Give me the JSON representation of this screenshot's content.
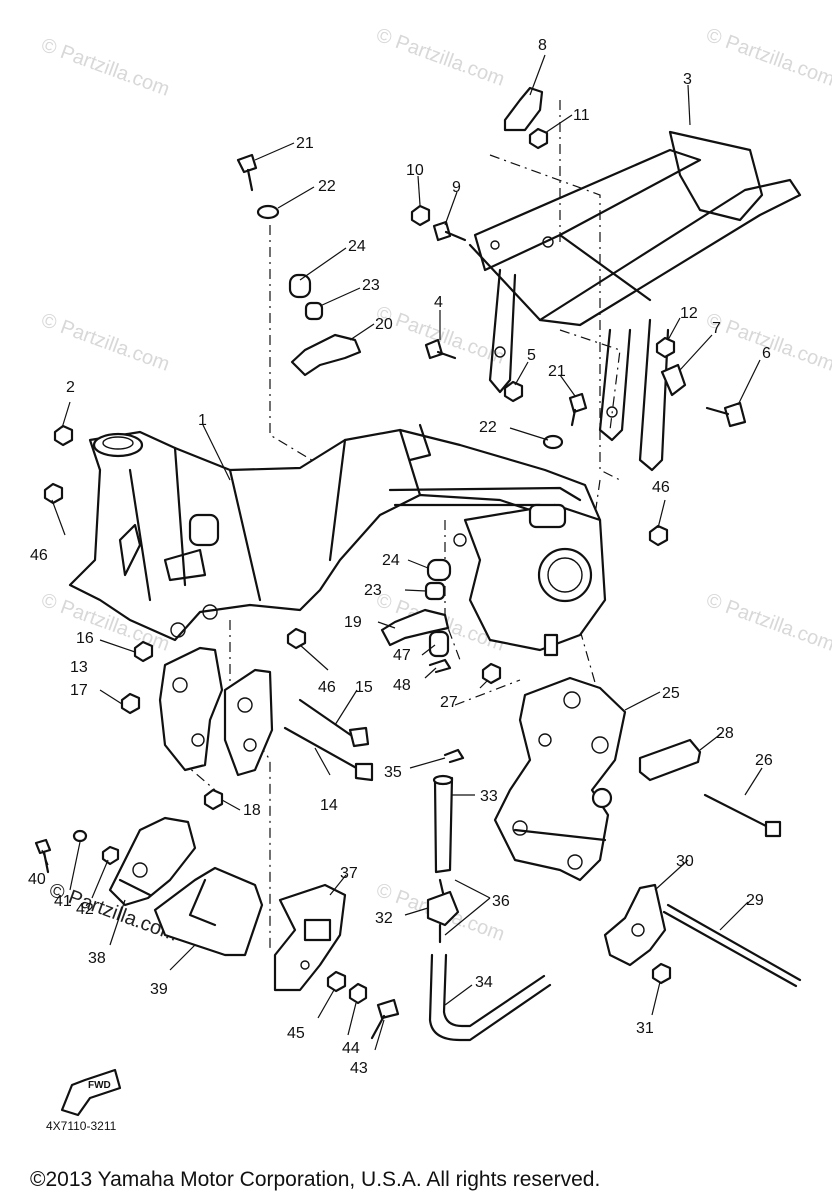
{
  "watermarks": [
    "© Partzilla.com",
    "© Partzilla.com",
    "© Partzilla.com",
    "© Partzilla.com",
    "© Partzilla.com",
    "© Partzilla.com",
    "© Partzilla.com",
    "© Partzilla.com",
    "© Partzilla.com",
    "© Partzilla.com"
  ],
  "watermark_dark": "© Partzilla.com",
  "callouts": {
    "c1": "1",
    "c2": "2",
    "c3": "3",
    "c4": "4",
    "c5": "5",
    "c6": "6",
    "c7": "7",
    "c8": "8",
    "c9": "9",
    "c10": "10",
    "c11": "11",
    "c12": "12",
    "c13": "13",
    "c14": "14",
    "c15": "15",
    "c16": "16",
    "c17": "17",
    "c18": "18",
    "c19": "19",
    "c20": "20",
    "c21a": "21",
    "c21b": "21",
    "c22a": "22",
    "c22b": "22",
    "c23a": "23",
    "c23b": "23",
    "c24a": "24",
    "c24b": "24",
    "c25": "25",
    "c26": "26",
    "c27": "27",
    "c28": "28",
    "c29": "29",
    "c30": "30",
    "c31": "31",
    "c32": "32",
    "c33": "33",
    "c34": "34",
    "c35": "35",
    "c36": "36",
    "c37": "37",
    "c38": "38",
    "c39": "39",
    "c40": "40",
    "c41": "41",
    "c42": "42",
    "c43": "43",
    "c44": "44",
    "c45": "45",
    "c46a": "46",
    "c46b": "46",
    "c46c": "46",
    "c47": "47",
    "c48": "48"
  },
  "fwd_label": "FWD",
  "diagram_code": "4X7110-3211",
  "copyright": "©2013 Yamaha Motor Corporation, U.S.A. All rights reserved."
}
